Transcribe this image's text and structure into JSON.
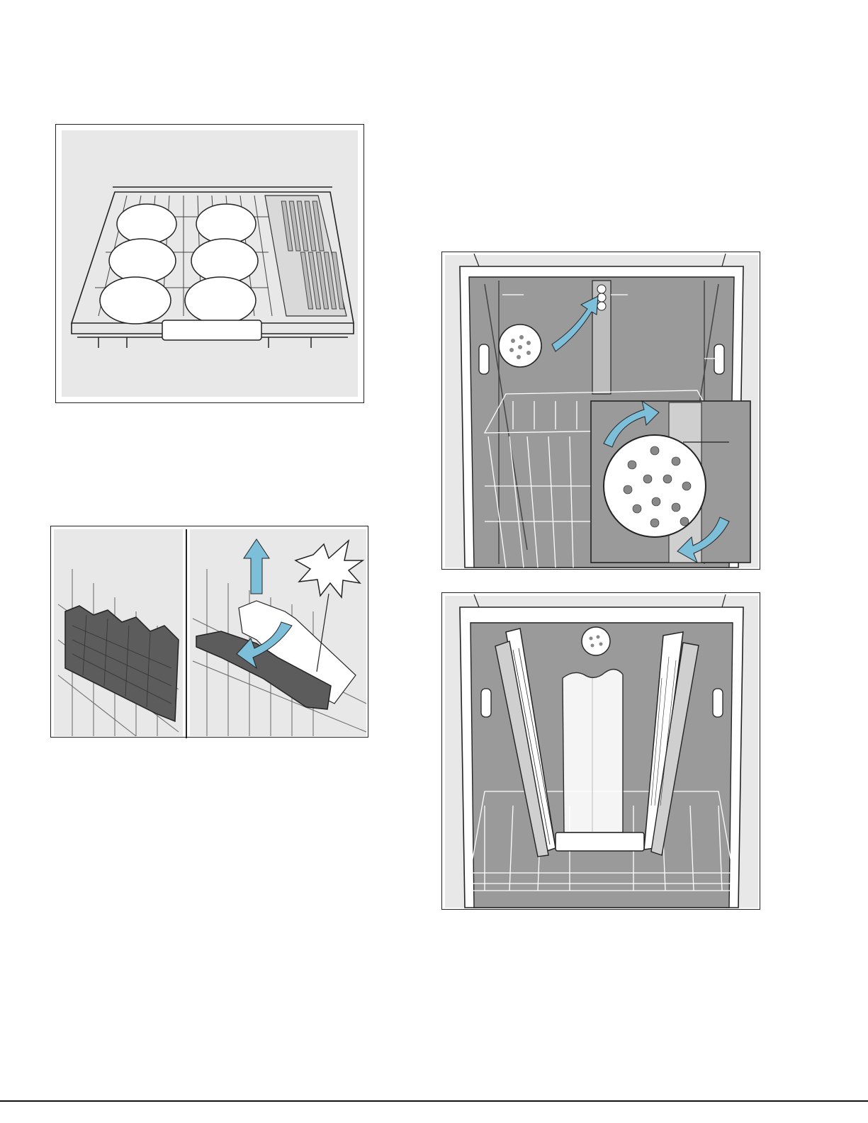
{
  "page": {
    "figures": [
      {
        "id": "upper-basket",
        "icon": "dishwasher-upper-basket-with-cups-and-cutlery"
      },
      {
        "id": "tine-adjust",
        "icon": "folding-tine-panel-release-click"
      },
      {
        "id": "spray-head",
        "icon": "spray-head-attach-rotate"
      },
      {
        "id": "tray-spray",
        "icon": "baking-trays-in-lower-basket"
      }
    ],
    "colors": {
      "panel": "#e8e8e8",
      "tub": "#9a9a9a",
      "arrow": "#7dbfd9",
      "line": "#222222",
      "tine_panel": "#5c5c5c"
    }
  }
}
